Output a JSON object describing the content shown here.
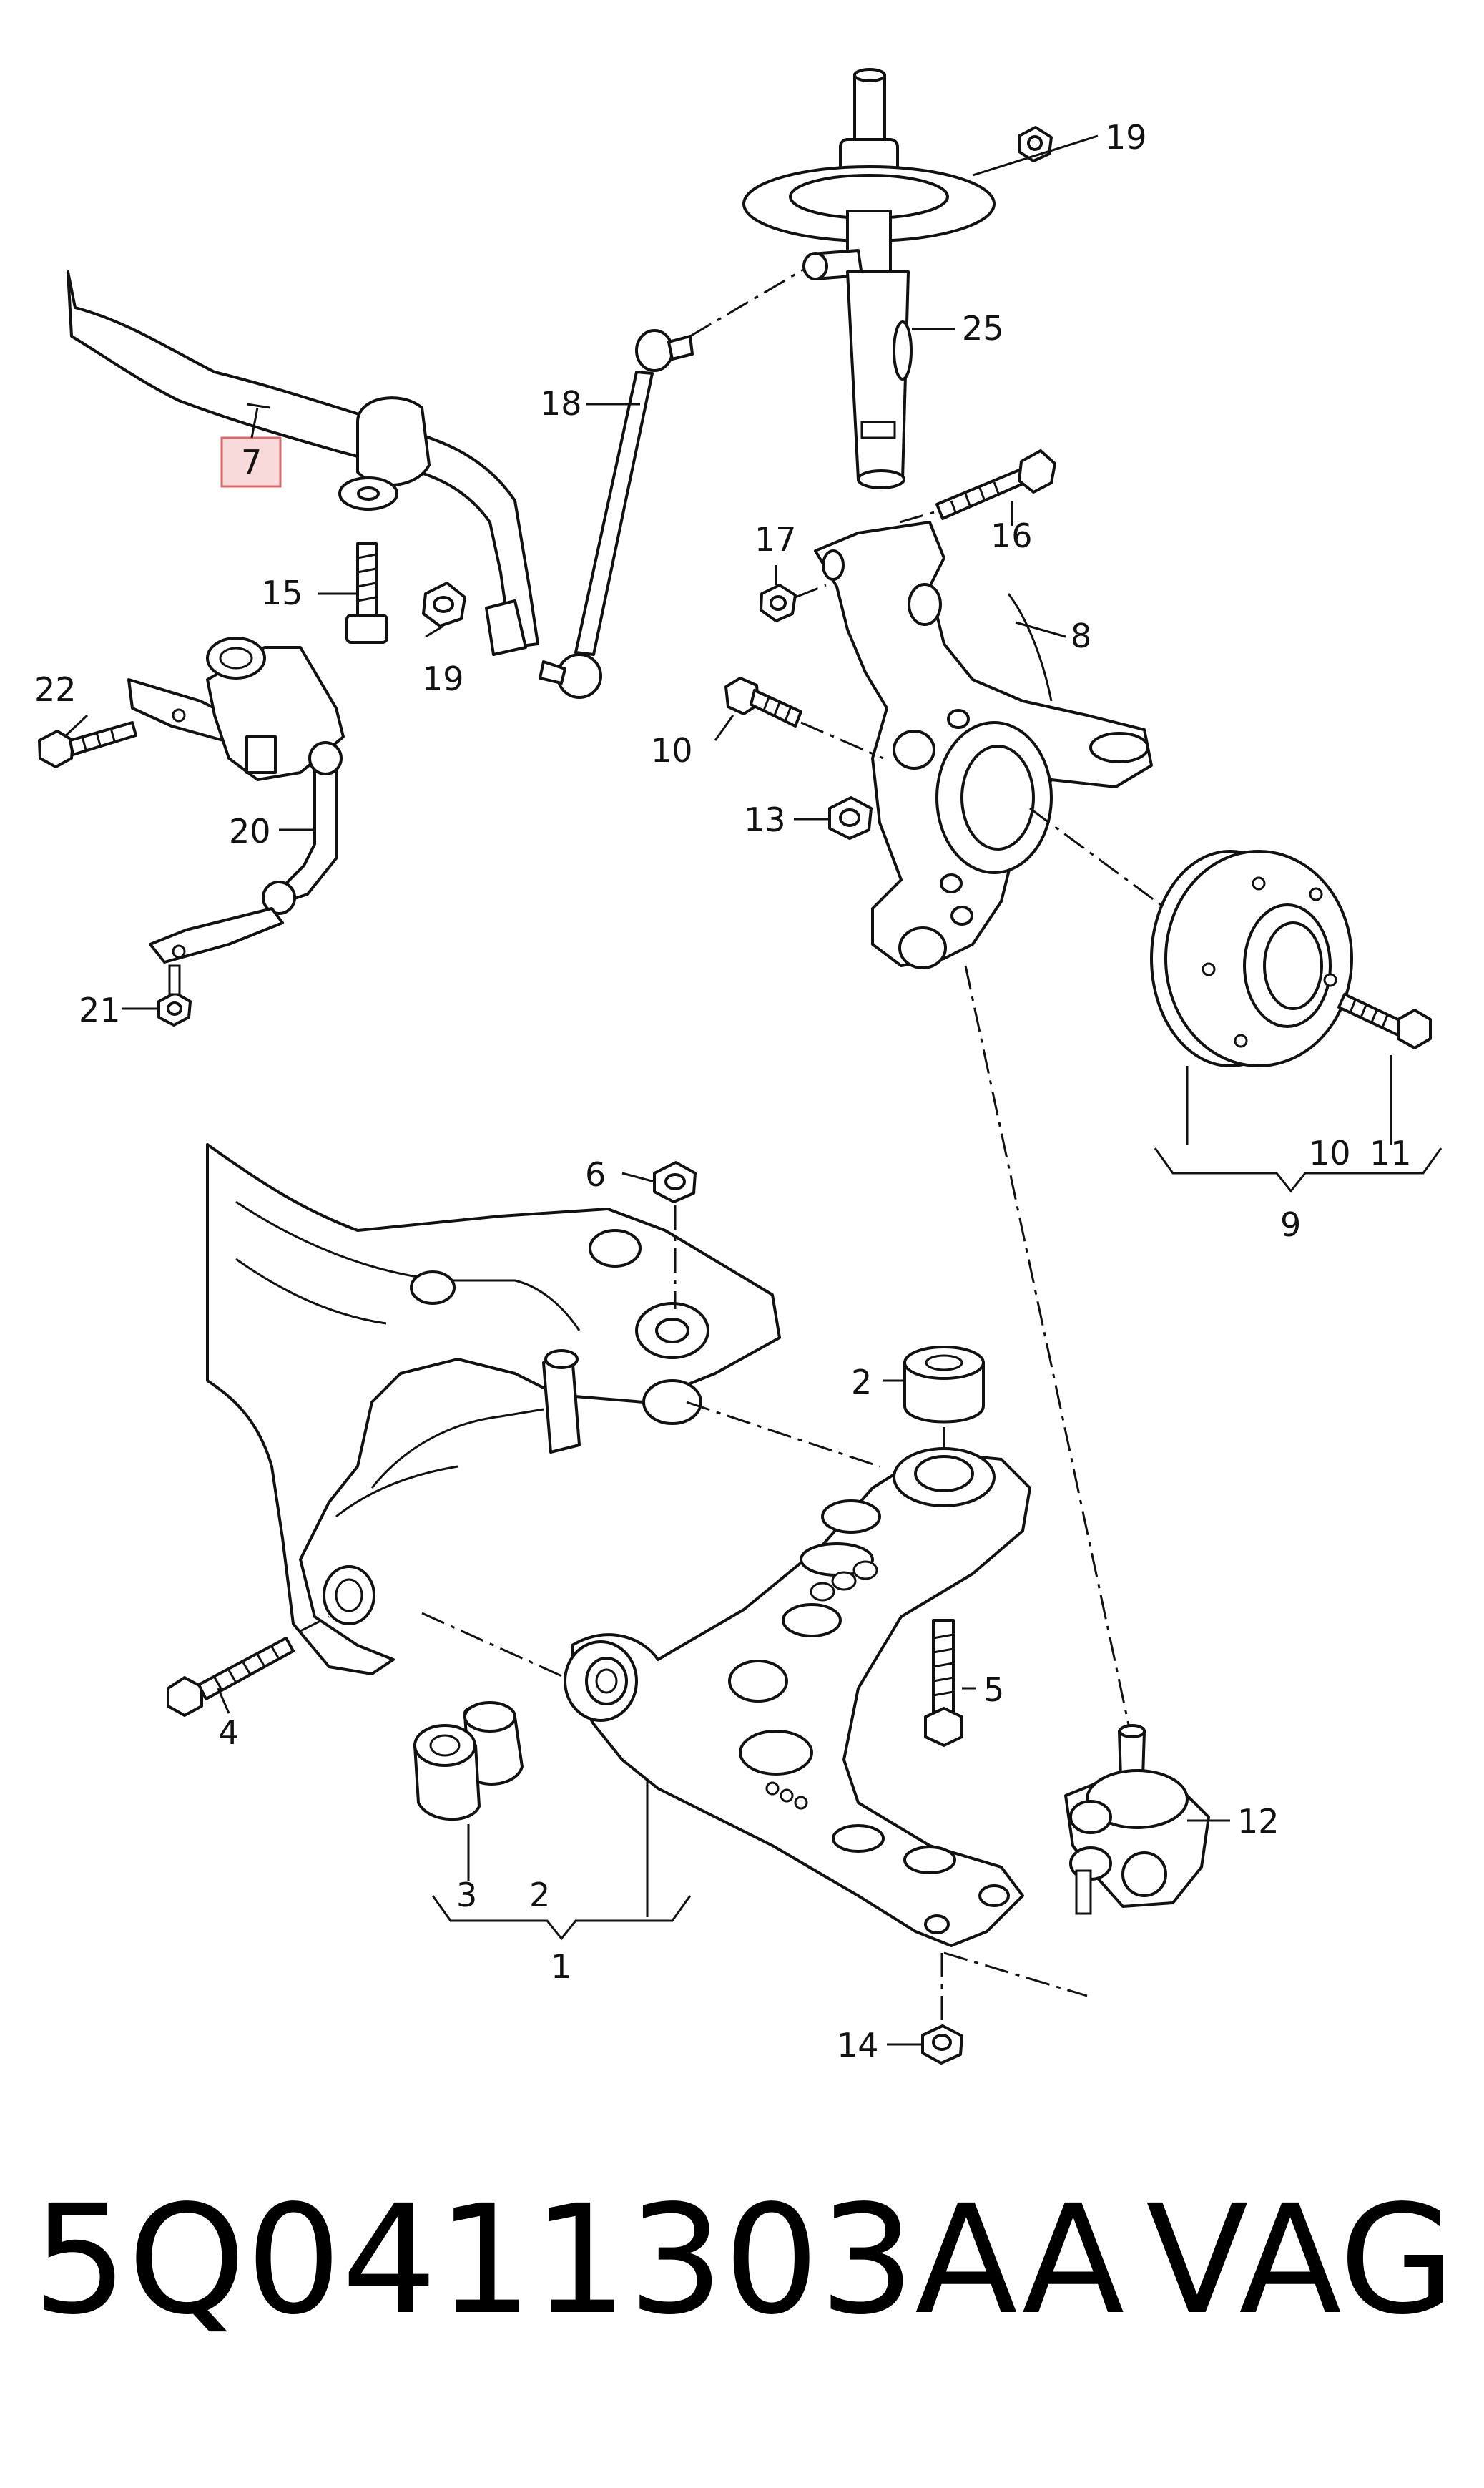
{
  "diagram": {
    "callouts": {
      "c1": "1",
      "c2a": "2",
      "c2b": "2",
      "c3": "3",
      "c4": "4",
      "c5": "5",
      "c6": "6",
      "c7": "7",
      "c8": "8",
      "c9": "9",
      "c10a": "10",
      "c10b": "10",
      "c11": "11",
      "c12": "12",
      "c13": "13",
      "c14": "14",
      "c15": "15",
      "c16": "16",
      "c17": "17",
      "c18": "18",
      "c19a": "19",
      "c19b": "19",
      "c20": "20",
      "c21": "21",
      "c22": "22",
      "c25": "25"
    },
    "highlighted_callout": "7",
    "highlight_color": "#f9dada"
  },
  "footer": {
    "part_number": "5Q0411303AA",
    "brand": "VAG"
  }
}
